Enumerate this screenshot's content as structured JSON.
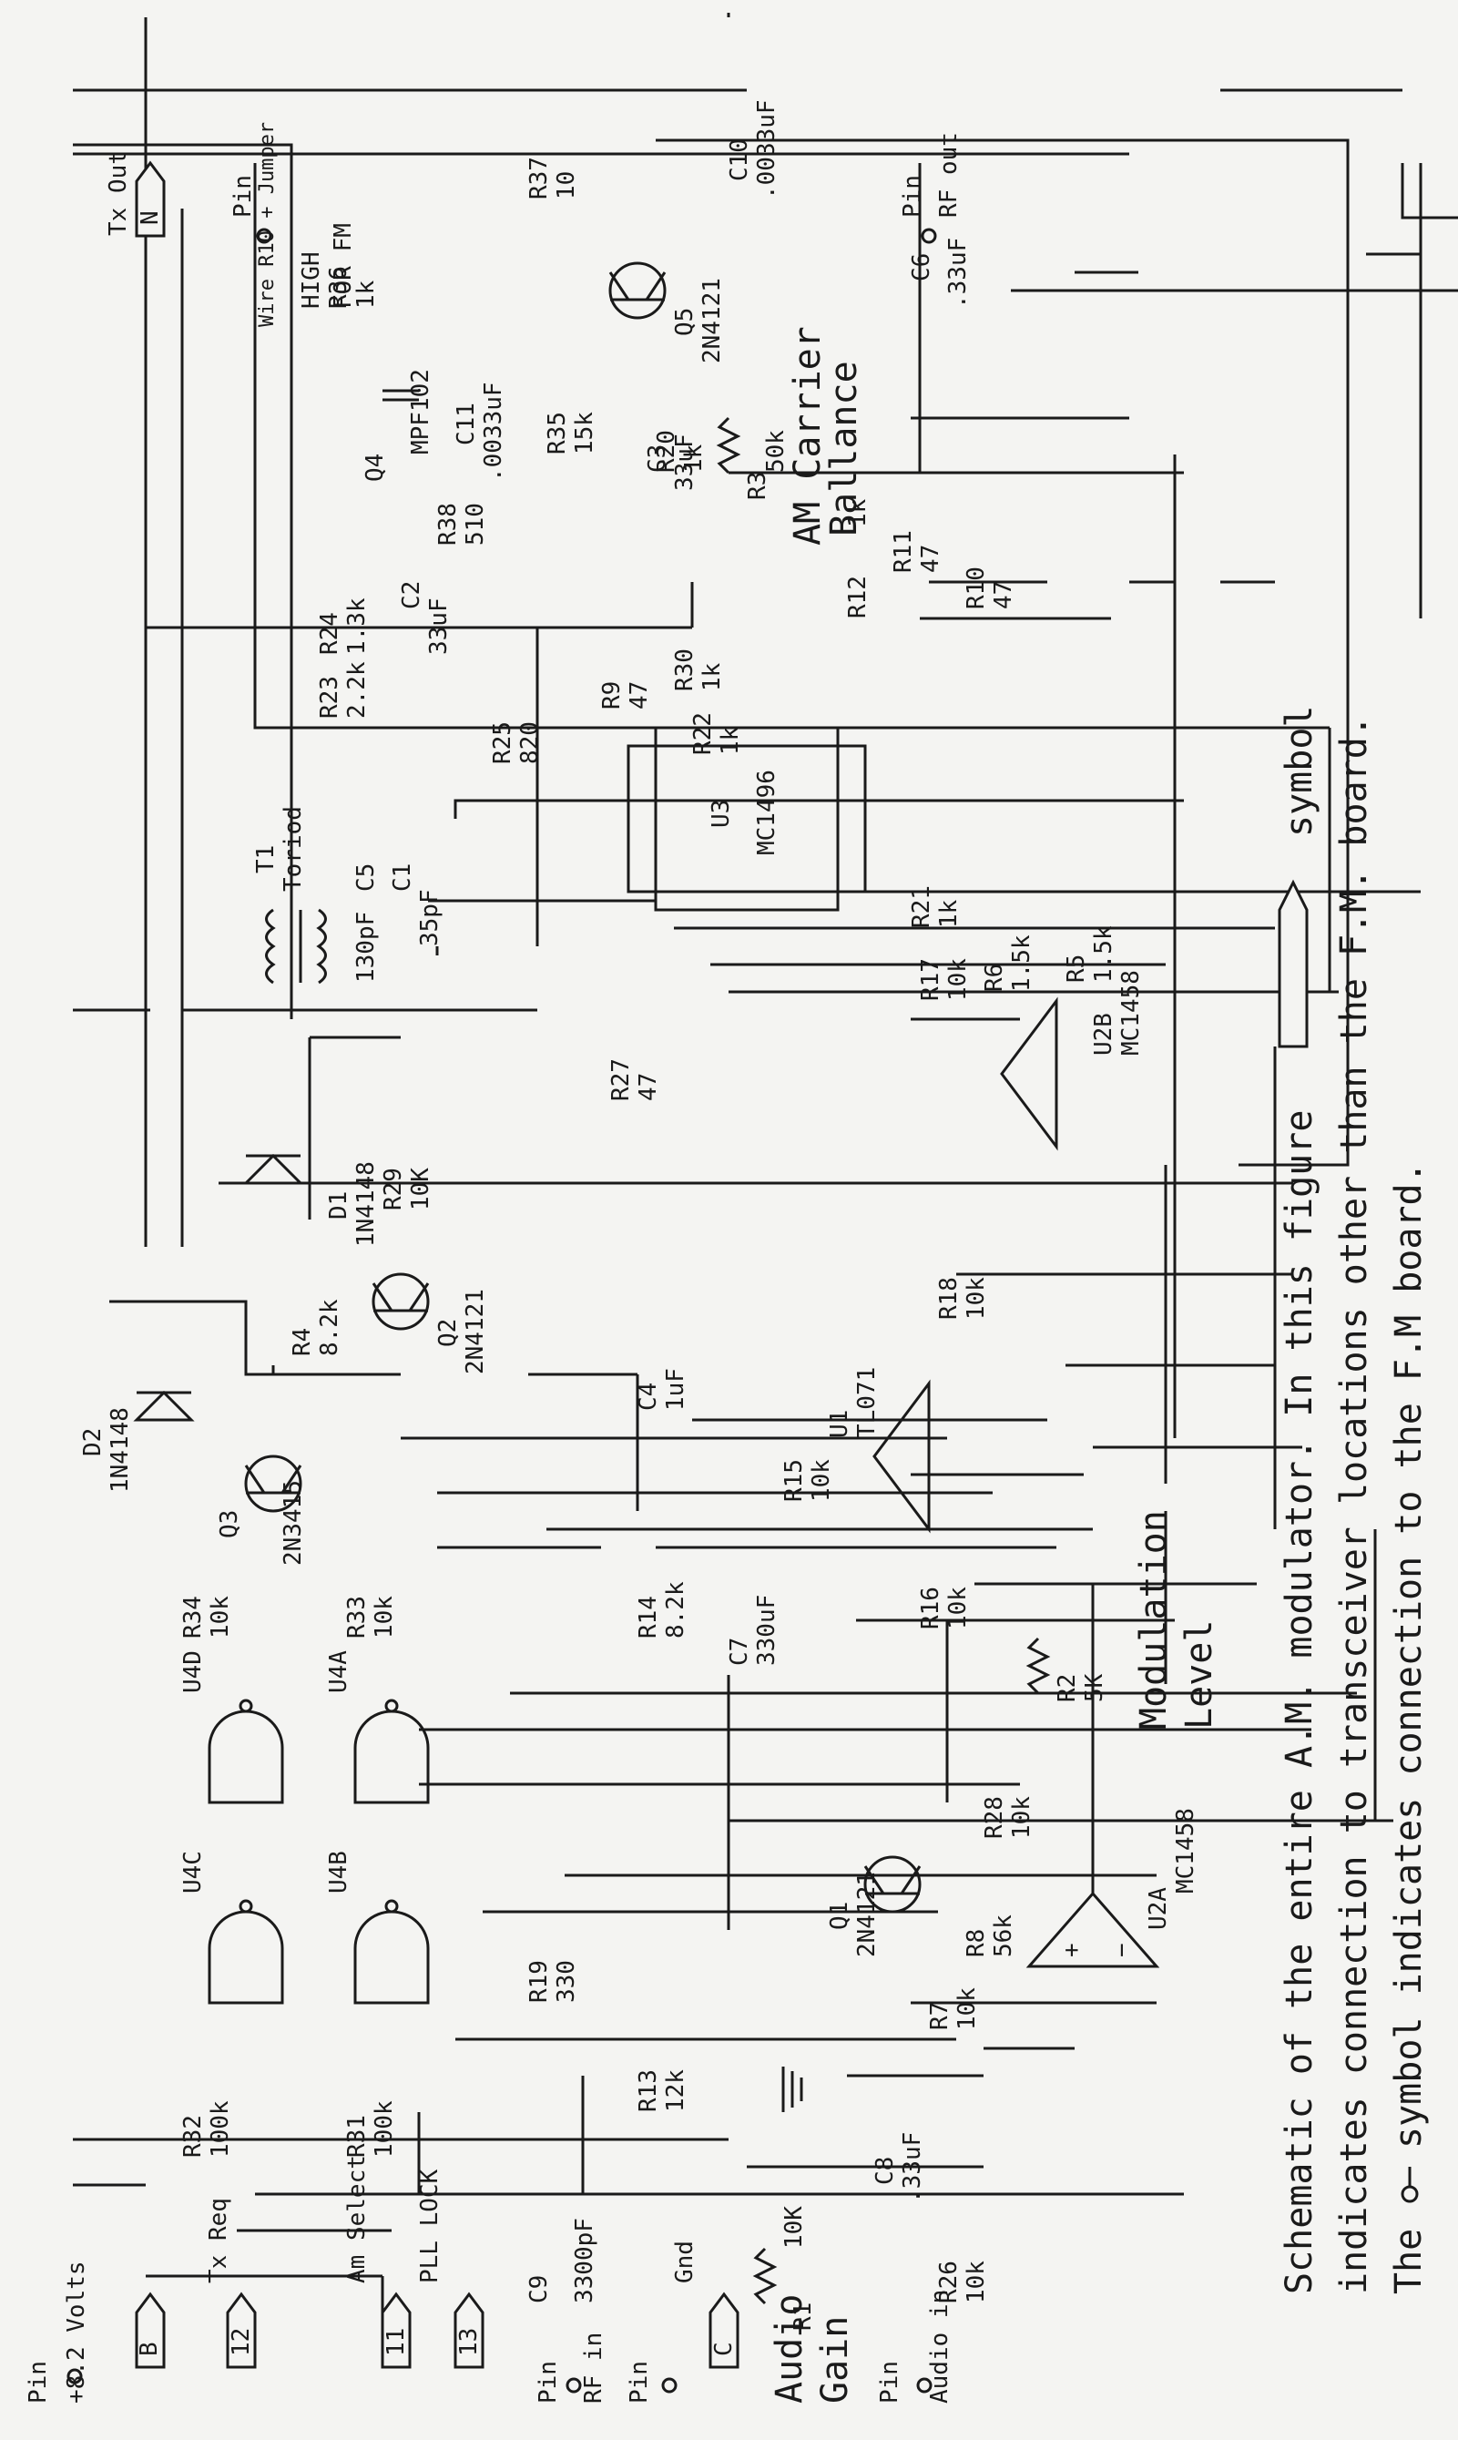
{
  "caption": {
    "line1": "Schematic of the entire A.M. modulator. In this figure",
    "line1_tail": "symbol",
    "line2": "indicates connection to transceiver locations other than the F.M. board.",
    "line3_a": "The",
    "line3_b": "symbol indicates connection to the F.M board."
  },
  "connectors": {
    "b": {
      "pin": "Pin",
      "label": "+8.2 Volts",
      "tag": "B"
    },
    "tx_req": {
      "label": "Tx Req",
      "tag": "12"
    },
    "am_select": {
      "label": "Am Select",
      "tag": "11"
    },
    "pll_lock": {
      "label": "PLL LOCK",
      "tag": "13"
    },
    "rf_in": {
      "pin": "Pin",
      "label": "RF in"
    },
    "gnd": {
      "pin": "Pin",
      "label": "Gnd",
      "tag": "C"
    },
    "audio_in": {
      "pin": "Pin",
      "label": "Audio in"
    },
    "tx_out": {
      "label": "Tx Out",
      "tag": "N"
    },
    "fm_high": {
      "pin": "Pin",
      "line1": "Wire R10 + Jumper",
      "line2": "HIGH",
      "line3": "FOR FM"
    },
    "rf_out": {
      "pin": "Pin",
      "label": "RF out"
    }
  },
  "components": {
    "R1": {
      "name": "R1",
      "value": "10K",
      "label1": "Audio",
      "label2": "Gain"
    },
    "R2": {
      "name": "R2",
      "value": "5K",
      "label1": "Modulation",
      "label2": "Level"
    },
    "R3": {
      "name": "R3",
      "value": "50k",
      "label1": "AM Carrier",
      "label2": "Ballance"
    },
    "R4": {
      "name": "R4",
      "value": "8.2k"
    },
    "R5": {
      "name": "R5",
      "value": "1.5k"
    },
    "R6": {
      "name": "R6",
      "value": "1.5k"
    },
    "R7": {
      "name": "R7",
      "value": "10k"
    },
    "R8": {
      "name": "R8",
      "value": "56k"
    },
    "R9": {
      "name": "R9",
      "value": "47"
    },
    "R10": {
      "name": "R10",
      "value": "47"
    },
    "R11": {
      "name": "R11",
      "value": "47"
    },
    "R12": {
      "name": "R12",
      "value": "1k"
    },
    "R13": {
      "name": "R13",
      "value": "12k"
    },
    "R14": {
      "name": "R14",
      "value": "8.2k"
    },
    "R15": {
      "name": "R15",
      "value": "10k"
    },
    "R16": {
      "name": "R16",
      "value": "10k"
    },
    "R17": {
      "name": "R17",
      "value": "10k"
    },
    "R18": {
      "name": "R18",
      "value": "10k"
    },
    "R19": {
      "name": "R19",
      "value": "330"
    },
    "R20": {
      "name": "R20",
      "value": "1k"
    },
    "R21": {
      "name": "R21",
      "value": "1k"
    },
    "R22": {
      "name": "R22",
      "value": "1k"
    },
    "R23": {
      "name": "R23",
      "value": "2.2k"
    },
    "R24": {
      "name": "R24",
      "value": "1.3k"
    },
    "R25": {
      "name": "R25",
      "value": "820"
    },
    "R26": {
      "name": "R26",
      "value": "10k"
    },
    "R27": {
      "name": "R27",
      "value": "47"
    },
    "R28": {
      "name": "R28",
      "value": "10k"
    },
    "R29": {
      "name": "R29",
      "value": "10K"
    },
    "R30": {
      "name": "R30",
      "value": "1k"
    },
    "R31": {
      "name": "R31",
      "value": "100k"
    },
    "R32": {
      "name": "R32",
      "value": "100k"
    },
    "R33": {
      "name": "R33",
      "value": "10k"
    },
    "R34": {
      "name": "R34",
      "value": "10k"
    },
    "R35": {
      "name": "R35",
      "value": "15k"
    },
    "R36": {
      "name": "R36",
      "value": "1k"
    },
    "R37": {
      "name": "R37",
      "value": "10"
    },
    "R38": {
      "name": "R38",
      "value": "510"
    },
    "C1": {
      "name": "C1",
      "value": "35pF"
    },
    "C2": {
      "name": "C2",
      "value": "33uF"
    },
    "C3": {
      "name": "C3",
      "value": "33uF"
    },
    "C4": {
      "name": "C4",
      "value": "1uF"
    },
    "C5": {
      "name": "C5",
      "value": "130pF"
    },
    "C6": {
      "name": "C6",
      "value": ".33uF"
    },
    "C7": {
      "name": "C7",
      "value": "330uF"
    },
    "C8": {
      "name": "C8",
      "value": ".33uF"
    },
    "C9": {
      "name": "C9",
      "value": "3300pF"
    },
    "C10": {
      "name": "C10",
      "value": ".0033uF"
    },
    "C11": {
      "name": "C11",
      "value": ".0033uF"
    },
    "Q1": {
      "name": "Q1",
      "value": "2N4121"
    },
    "Q2": {
      "name": "Q2",
      "value": "2N4121"
    },
    "Q3": {
      "name": "Q3",
      "value": "2N3415"
    },
    "Q4": {
      "name": "Q4",
      "value": "MPF102"
    },
    "Q5": {
      "name": "Q5",
      "value": "2N4121"
    },
    "D1": {
      "name": "D1",
      "value": "1N4148"
    },
    "D2": {
      "name": "D2",
      "value": "1N4148"
    },
    "T1": {
      "name": "T1",
      "value": "Toriod"
    },
    "U1": {
      "name": "U1",
      "value": "TL071"
    },
    "U2A": {
      "name": "U2A",
      "value": "MC1458"
    },
    "U2B": {
      "name": "U2B",
      "value": "MC1458"
    },
    "U3": {
      "name": "U3",
      "value": "MC1496"
    },
    "U4A": {
      "name": "U4A"
    },
    "U4B": {
      "name": "U4B"
    },
    "U4C": {
      "name": "U4C"
    },
    "U4D": {
      "name": "U4D"
    }
  }
}
